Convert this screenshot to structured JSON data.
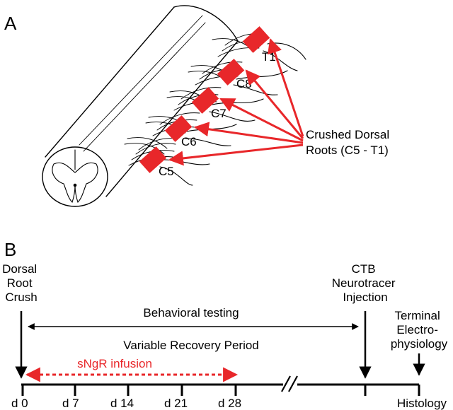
{
  "panel_a": {
    "label": "A",
    "segments": [
      "C5",
      "C6",
      "C7",
      "C8",
      "T1"
    ],
    "callout": [
      "Crushed Dorsal",
      "Roots (C5 - T1)"
    ]
  },
  "panel_b": {
    "label": "B",
    "start_event": [
      "Dorsal",
      "Root",
      "Crush"
    ],
    "tracer_event": [
      "CTB",
      "Neurotracer",
      "Injection"
    ],
    "terminal_event": [
      "Terminal",
      "Electro-",
      "physiology"
    ],
    "behavioral_testing": "Behavioral testing",
    "recovery_period": "Variable Recovery Period",
    "infusion": "sNgR infusion",
    "days": [
      "d 0",
      "d 7",
      "d 14",
      "d 21",
      "d 28"
    ],
    "histology": "Histology",
    "break_mark": "//"
  },
  "colors": {
    "accent_red": "#e8272a",
    "ink": "#000000"
  }
}
